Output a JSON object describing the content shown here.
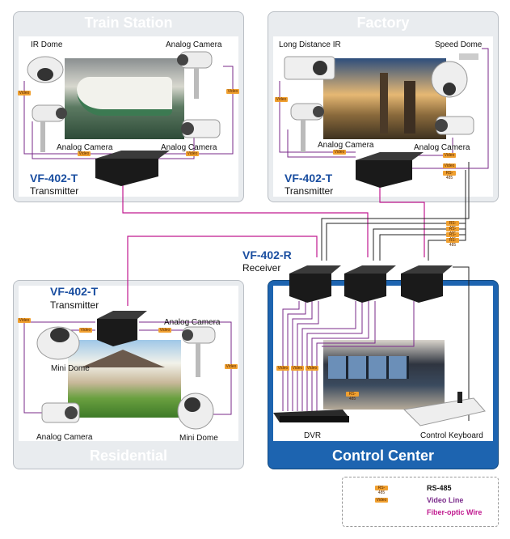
{
  "panels": {
    "train_station": {
      "title": "Train Station",
      "model": "VF-402-T",
      "role": "Transmitter",
      "labels": {
        "ir_dome": "IR Dome",
        "analog_tr": "Analog Camera",
        "analog_bl": "Analog Camera",
        "analog_br": "Analog Camera"
      }
    },
    "factory": {
      "title": "Factory",
      "model": "VF-402-T",
      "role": "Transmitter",
      "labels": {
        "long_ir": "Long Distance IR",
        "speed_dome": "Speed Dome",
        "analog_bl": "Analog Camera",
        "analog_br": "Analog Camera"
      }
    },
    "residential": {
      "title": "Residential",
      "model": "VF-402-T",
      "role": "Transmitter",
      "labels": {
        "analog_tr": "Analog Camera",
        "mini_dome_l": "Mini Dome",
        "analog_bl": "Analog Camera",
        "mini_dome_r": "Mini Dome"
      }
    },
    "control_center": {
      "title": "Control Center",
      "model": "VF-402-R",
      "role": "Receiver",
      "labels": {
        "dvr": "DVR",
        "keyboard": "Control Keyboard"
      }
    }
  },
  "tags": {
    "video": "Video",
    "rs485": "RS-485"
  },
  "legend": {
    "rs485": {
      "label": "RS-485",
      "color": "#111111"
    },
    "video": {
      "label": "Video Line",
      "color": "#7a2a8a"
    },
    "fiber": {
      "label": "Fiber-optic Wire",
      "color": "#c0198f"
    }
  }
}
